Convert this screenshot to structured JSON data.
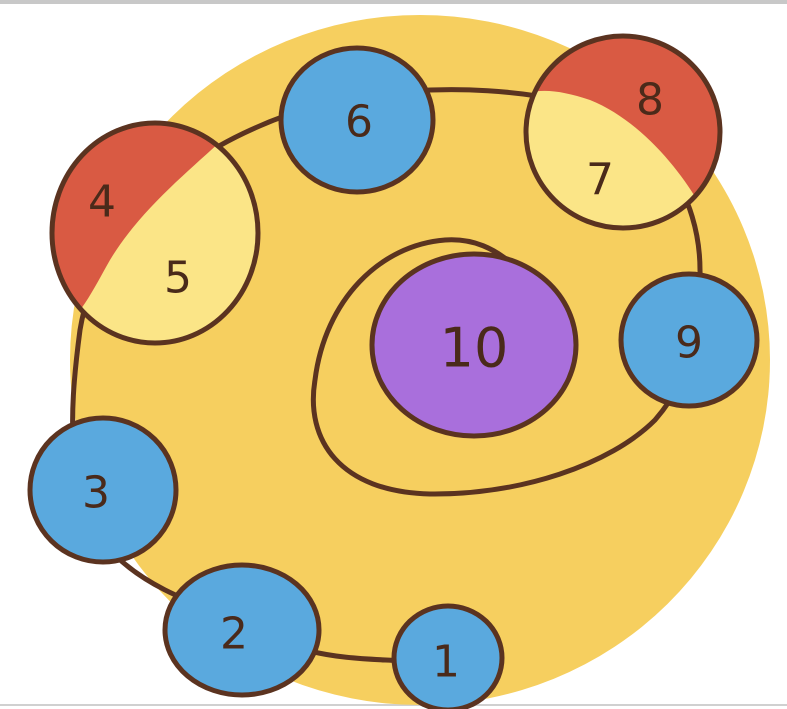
{
  "nodes": [
    {
      "id": "1",
      "label": "1",
      "color": "#5aa9de"
    },
    {
      "id": "2",
      "label": "2",
      "color": "#5aa9de"
    },
    {
      "id": "3",
      "label": "3",
      "color": "#5aa9de"
    },
    {
      "id": "4",
      "label": "4",
      "color": "#d95a43"
    },
    {
      "id": "5",
      "label": "5",
      "color": "#fbe587"
    },
    {
      "id": "6",
      "label": "6",
      "color": "#5aa9de"
    },
    {
      "id": "7",
      "label": "7",
      "color": "#fbe587"
    },
    {
      "id": "8",
      "label": "8",
      "color": "#d95a43"
    },
    {
      "id": "9",
      "label": "9",
      "color": "#5aa9de"
    },
    {
      "id": "10",
      "label": "10",
      "color": "#a96fdc"
    }
  ],
  "colors": {
    "background_disc": "#f6cf5f",
    "outline": "#5b3320",
    "top_rule": "#c8c8c8",
    "bottom_rule": "#d0d0d0"
  }
}
